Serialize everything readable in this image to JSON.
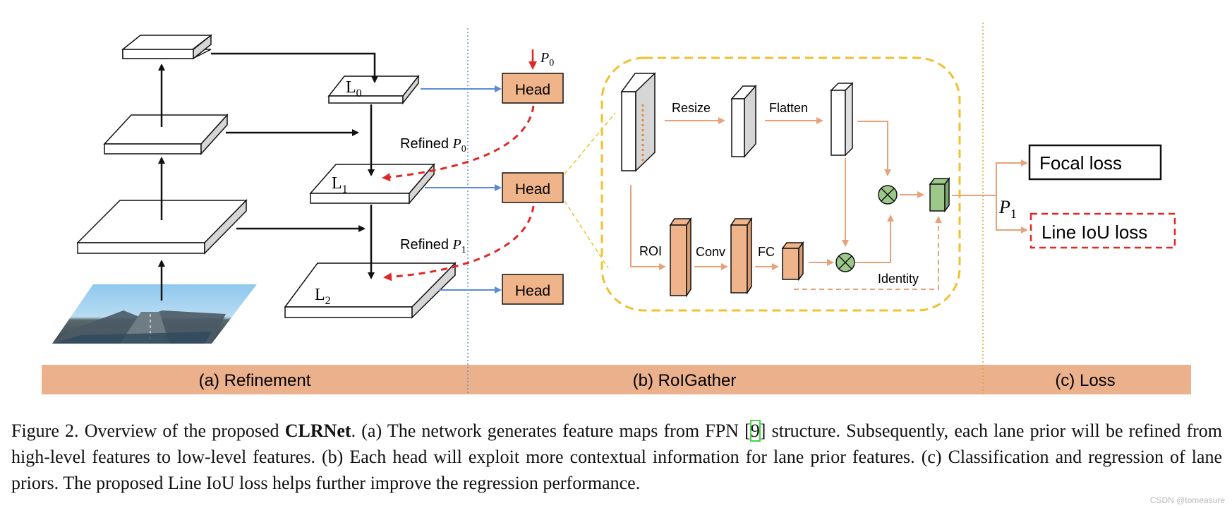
{
  "figure": {
    "heads": [
      "Head",
      "Head",
      "Head"
    ],
    "prior_label": "P",
    "prior_sub": "0",
    "refined_0": "Refined ",
    "refined_0_p": "P",
    "refined_0_sub": "0",
    "refined_1": "Refined ",
    "refined_1_p": "P",
    "refined_1_sub": "1",
    "level_0": "L",
    "level_0_sub": "0",
    "level_1": "L",
    "level_1_sub": "1",
    "level_2": "L",
    "level_2_sub": "2",
    "resize": "Resize",
    "flatten": "Flatten",
    "roi": "ROI",
    "conv": "Conv",
    "fc": "FC",
    "identity": "Identity",
    "focal_loss": "Focal loss",
    "line_iou_loss": "Line IoU loss",
    "p1": "P",
    "p1_sub": "1",
    "sections": [
      "(a) Refinement",
      "(b) RoIGather",
      "(c) Loss"
    ]
  },
  "caption": {
    "lead": "Figure 2.  Overview of the proposed ",
    "bold": "CLRNet",
    "part1": ".  (a) The network generates feature maps from FPN [",
    "ref": "9",
    "part2": "] structure.  Subsequently, each lane prior will be refined from high-level features to low-level features.  (b) Each head will exploit more contextual information for lane prior features.  (c) Classification and regression of lane priors.  The proposed Line IoU loss helps further improve the regression performance."
  },
  "watermark": "CSDN @tomeasure",
  "colors": {
    "head_fill": "#f0b48a",
    "section_bar": "#ebb08c",
    "yellow_dash": "#f0c030",
    "blue_arrow": "#5a8ad8",
    "red_dash": "#e02828",
    "orange_arrow": "#e8a27a",
    "green_feature": "#9cc98a"
  }
}
